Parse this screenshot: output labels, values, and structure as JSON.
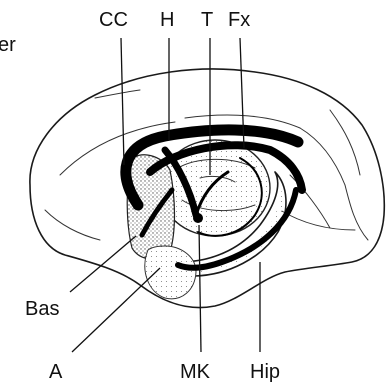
{
  "labels": {
    "partial_left": "er",
    "cc": "CC",
    "h": "H",
    "t": "T",
    "fx": "Fx",
    "bas": "Bas",
    "a": "A",
    "mk": "MK",
    "hip": "Hip"
  },
  "colors": {
    "ink": "#111111",
    "tract": "#000000",
    "stipple": "#8a8a8a",
    "background": "#ffffff"
  }
}
